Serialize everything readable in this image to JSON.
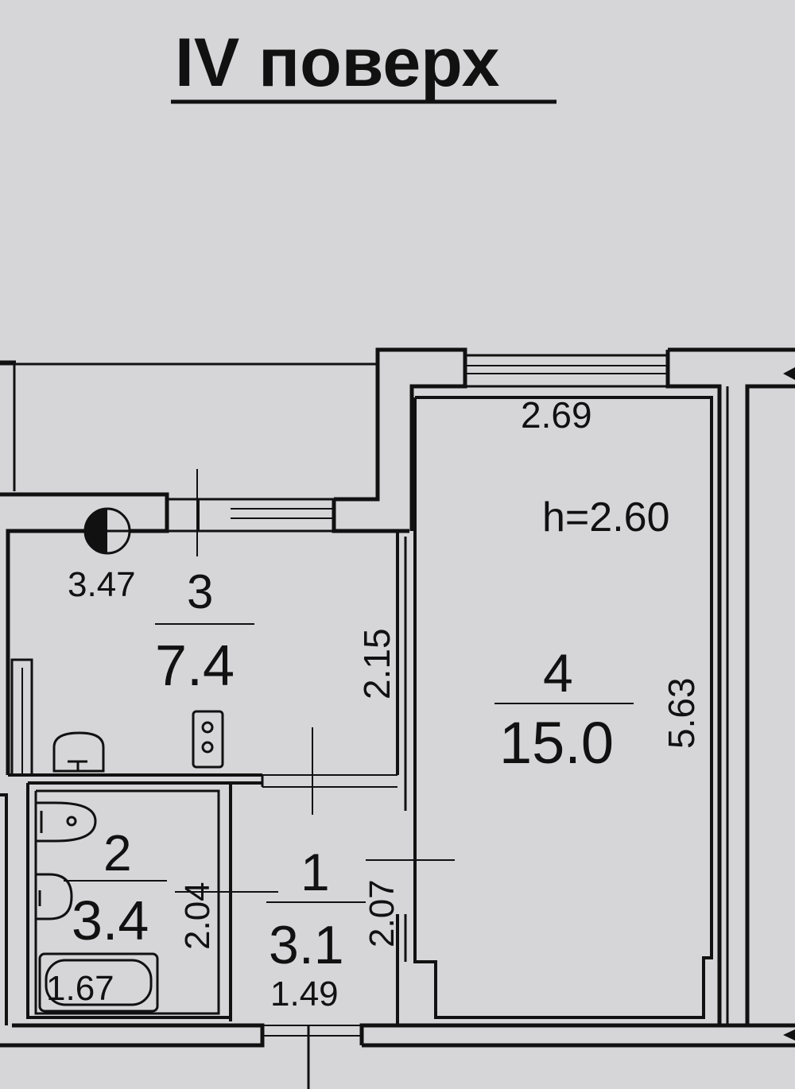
{
  "floor_title": "IV поверх",
  "ceiling_height": "h=2.60",
  "rooms": [
    {
      "number": "1",
      "area": "3.1"
    },
    {
      "number": "2",
      "area": "3.4"
    },
    {
      "number": "3",
      "area": "7.4"
    },
    {
      "number": "4",
      "area": "15.0"
    }
  ],
  "dimensions": {
    "room4_width": "2.69",
    "room4_length": "5.63",
    "room3_width": "3.47",
    "room3_depth": "2.15",
    "room2_depth": "2.04",
    "room1_depth": "2.07",
    "room1_width": "1.49",
    "bathtub_length": "1.67"
  },
  "colors": {
    "paper": "#d6d5d8",
    "ink": "#111111"
  }
}
